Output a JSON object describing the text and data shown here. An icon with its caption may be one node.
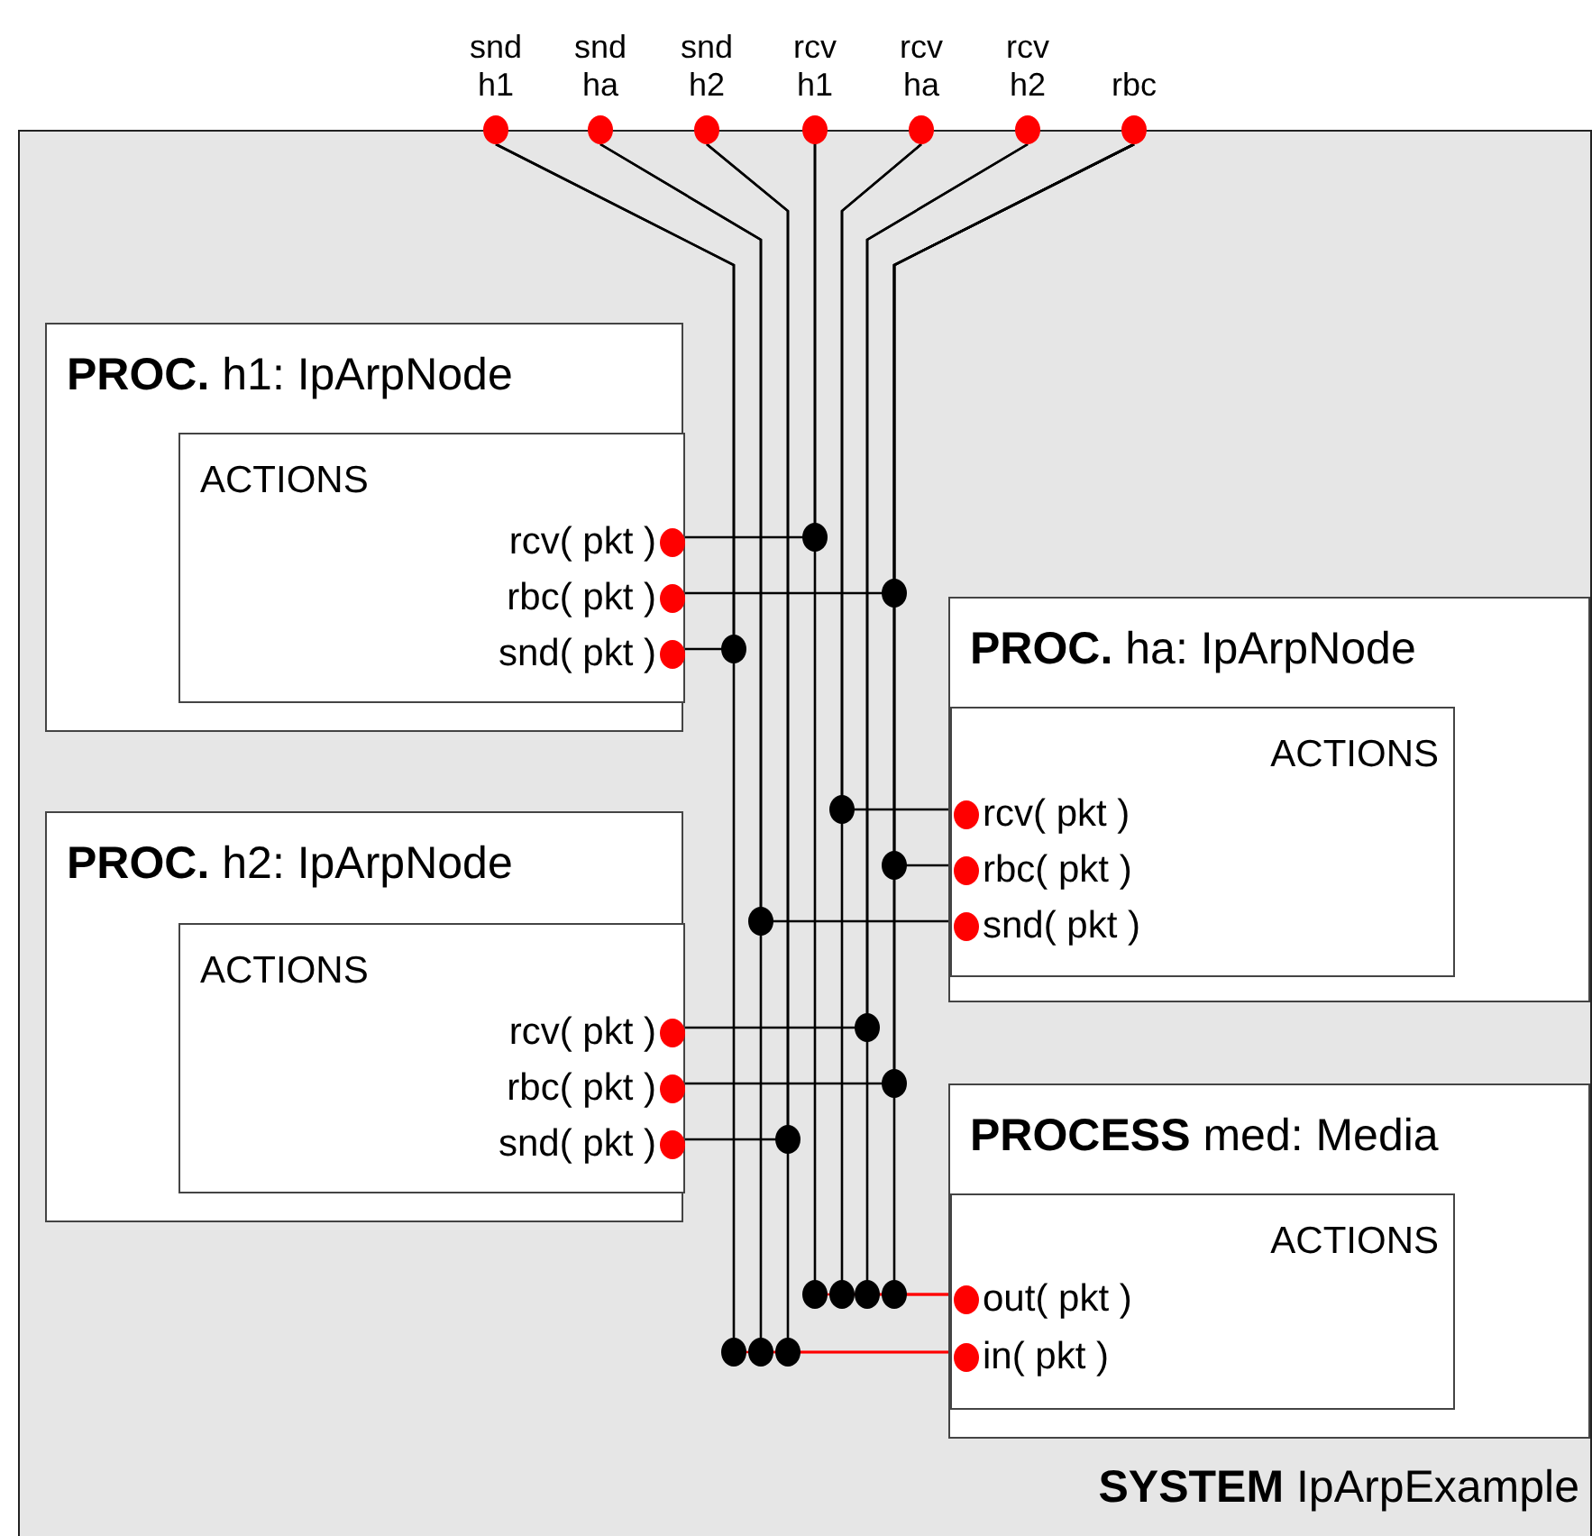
{
  "diagram": {
    "nodes": [
      {
        "text": [
          "**SYSTEM** IpArpExample"
        ]
      },
      {
        "text": [
          "snd h1"
        ]
      },
      {
        "text": [
          "snd ha"
        ]
      },
      {
        "text": [
          "snd h2"
        ]
      },
      {
        "text": [
          "rcv h1"
        ]
      },
      {
        "text": [
          "rcv ha"
        ]
      },
      {
        "text": [
          "rcv h2"
        ]
      },
      {
        "text": [
          "rbc"
        ]
      },
      {
        "text": [
          "**PROC.** h1: IpArpNode"
        ],
        "in": 0
      },
      {
        "text": [
          "ACTIONS"
        ],
        "in": 8
      },
      {
        "text": [
          "rcv( pkt )"
        ],
        "in": 9
      },
      {
        "text": [
          "rbc( pkt )"
        ],
        "in": 9
      },
      {
        "text": [
          "snd( pkt )"
        ],
        "in": 9
      },
      {
        "text": [
          "**PROC.** ha: IpArpNode"
        ],
        "in": 0
      },
      {
        "text": [
          "ACTIONS"
        ],
        "in": 13
      },
      {
        "text": [
          "rcv( pkt )"
        ],
        "in": 14
      },
      {
        "text": [
          "rbc( pkt )"
        ],
        "in": 14
      },
      {
        "text": [
          "snd( pkt )"
        ],
        "in": 14
      },
      {
        "text": [
          "**PROC.** h2: IpArpNode"
        ],
        "in": 0
      },
      {
        "text": [
          "ACTIONS"
        ],
        "in": 18
      },
      {
        "text": [
          "rcv( pkt )"
        ],
        "in": 19
      },
      {
        "text": [
          "rbc( pkt )"
        ],
        "in": 19
      },
      {
        "text": [
          "snd( pkt )"
        ],
        "in": 19
      },
      {
        "text": [
          "**PROCESS** med: Media"
        ],
        "in": 0
      },
      {
        "text": [
          "ACTIONS"
        ],
        "in": 23
      },
      {
        "text": [
          "out( pkt )"
        ],
        "in": 24
      },
      {
        "text": [
          "in( pkt )"
        ],
        "in": 24
      }
    ],
    "edges": [
      {
        "from": 10,
        "to": 4,
        "arrow": "none"
      },
      {
        "from": 11,
        "to": 7,
        "arrow": "none"
      },
      {
        "from": 12,
        "to": 1,
        "arrow": "none"
      },
      {
        "from": 15,
        "to": 5,
        "arrow": "none"
      },
      {
        "from": 16,
        "to": 7,
        "arrow": "none"
      },
      {
        "from": 17,
        "to": 2,
        "arrow": "none"
      },
      {
        "from": 20,
        "to": 6,
        "arrow": "none"
      },
      {
        "from": 21,
        "to": 7,
        "arrow": "none"
      },
      {
        "from": 22,
        "to": 3,
        "arrow": "none"
      },
      {
        "from": 25,
        "to": 4,
        "arrow": "none",
        "color": "#ff0000"
      },
      {
        "from": 25,
        "to": 5,
        "arrow": "none",
        "color": "#ff0000"
      },
      {
        "from": 25,
        "to": 6,
        "arrow": "none",
        "color": "#ff0000"
      },
      {
        "from": 25,
        "to": 7,
        "arrow": "none",
        "color": "#ff0000"
      },
      {
        "from": 26,
        "to": 1,
        "arrow": "none",
        "color": "#ff0000"
      },
      {
        "from": 26,
        "to": 2,
        "arrow": "none",
        "color": "#ff0000"
      },
      {
        "from": 26,
        "to": 3,
        "arrow": "none",
        "color": "#ff0000"
      }
    ]
  }
}
